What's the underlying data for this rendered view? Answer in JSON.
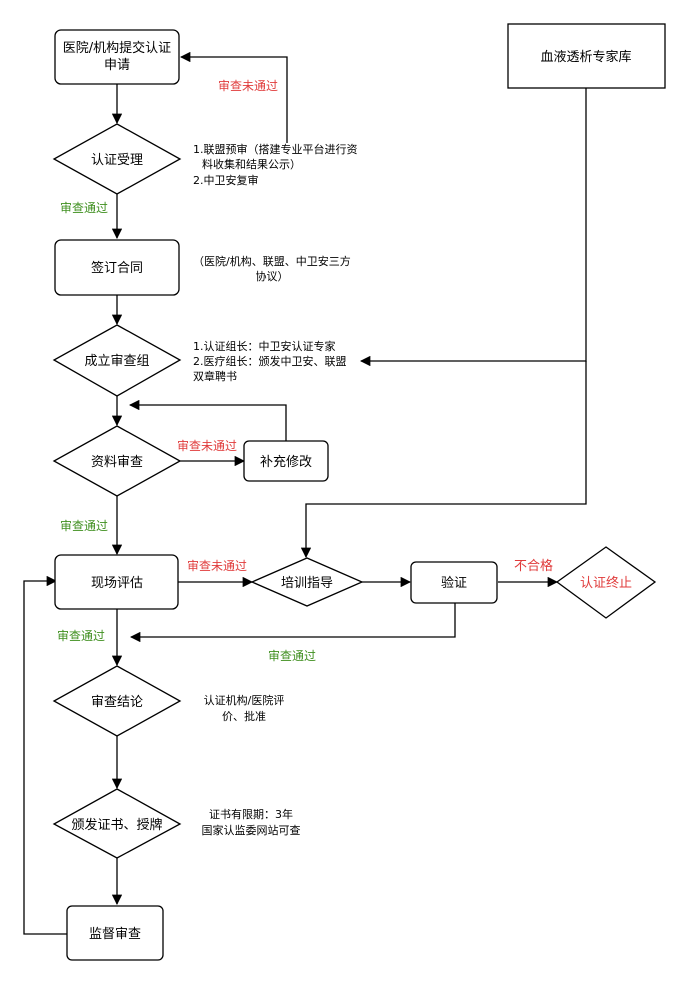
{
  "nodes": {
    "apply": {
      "line1": "医院/机构提交认证",
      "line2": "申请"
    },
    "expert_db": "血液透析专家库",
    "accept": "认证受理",
    "contract": "签订合同",
    "form_group": "成立审查组",
    "doc_review": "资料审查",
    "supplement": "补充修改",
    "onsite": "现场评估",
    "training": "培训指导",
    "verify": "验证",
    "terminate": "认证终止",
    "conclusion": "审查结论",
    "issue_cert": "颁发证书、授牌",
    "supervision": "监督审查"
  },
  "notes": {
    "accept_note": [
      "1.联盟预审（搭建专业平台进行资",
      "料收集和结果公示）",
      "2.中卫安复审"
    ],
    "contract_note": [
      "（医院/机构、联盟、中卫安三方",
      "协议）"
    ],
    "group_note": [
      "1.认证组长：中卫安认证专家",
      "2.医疗组长：颁发中卫安、联盟",
      "双章聘书"
    ],
    "conclusion_note": [
      "认证机构/医院评",
      "价、批准"
    ],
    "cert_note": [
      "证书有限期：3年",
      "国家认监委网站可查"
    ]
  },
  "edge_labels": {
    "fail": "审查未通过",
    "pass": "审查通过",
    "unqualified": "不合格"
  },
  "colors": {
    "fail": "#e03b3b",
    "pass": "#3f8f1f",
    "stroke": "#000000"
  }
}
